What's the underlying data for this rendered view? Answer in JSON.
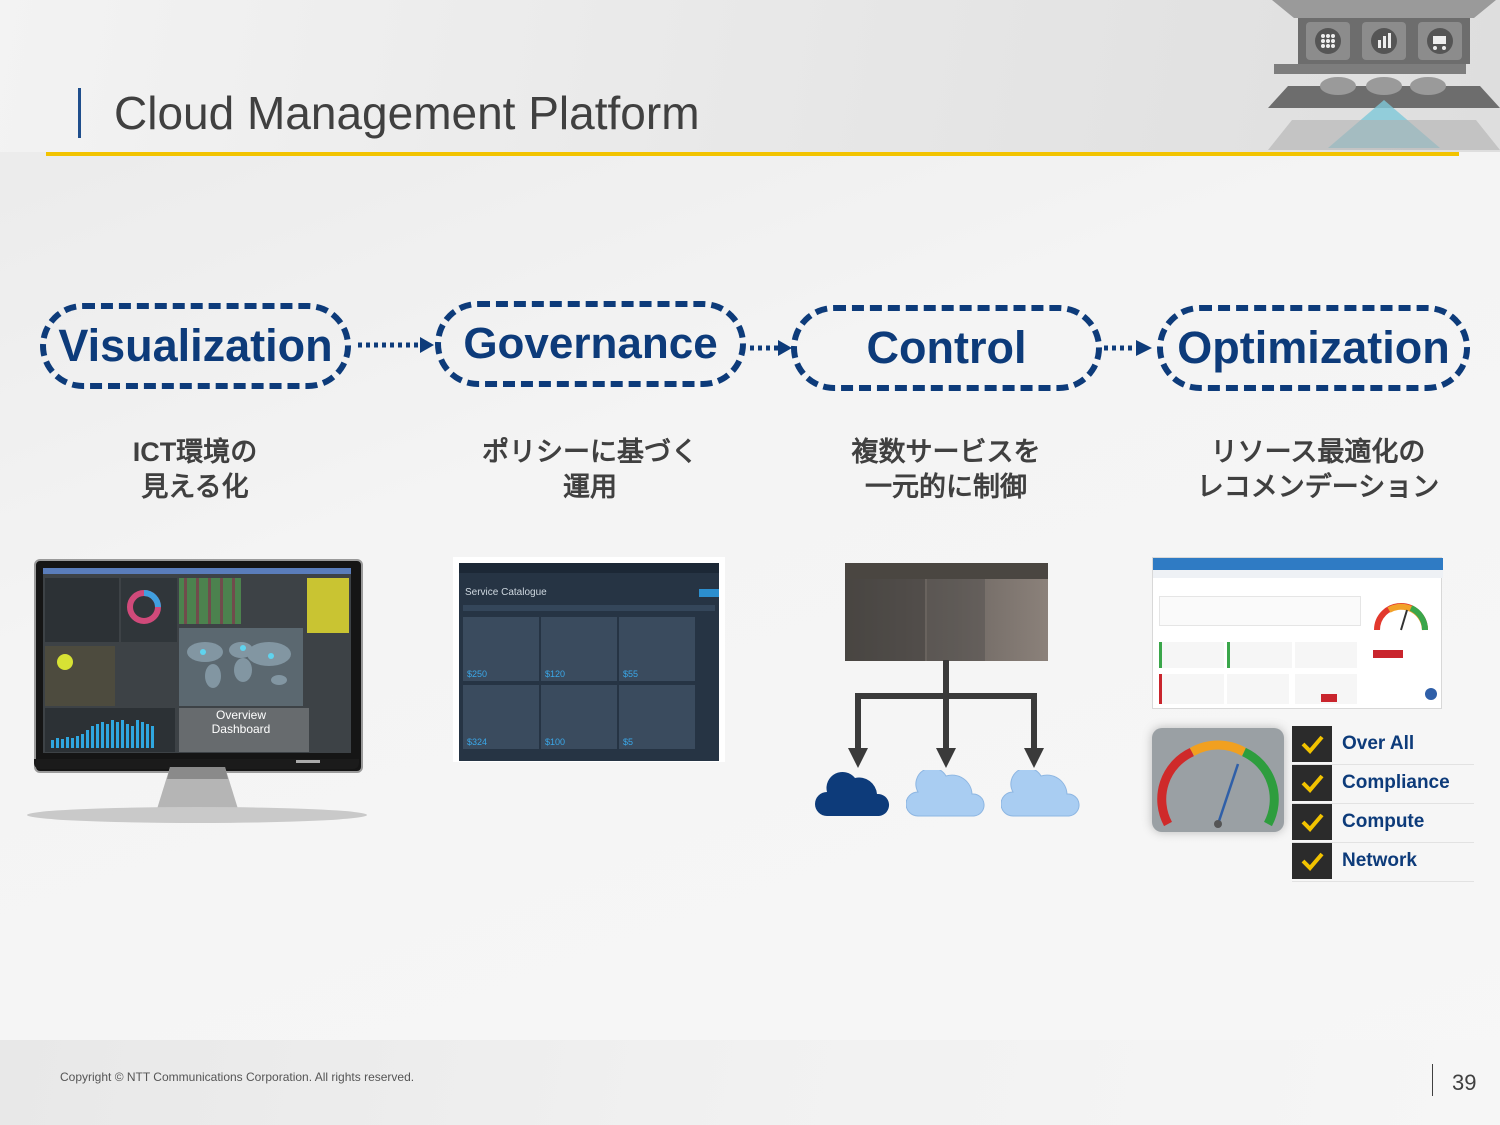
{
  "header": {
    "title": "Cloud Management Platform"
  },
  "stages": [
    {
      "label": "Visualization",
      "desc_line1": "ICT環境の",
      "desc_line2": "見える化"
    },
    {
      "label": "Governance",
      "desc_line1": "ポリシーに基づく",
      "desc_line2": "運用"
    },
    {
      "label": "Control",
      "desc_line1": "複数サービスを",
      "desc_line2": "一元的に制御"
    },
    {
      "label": "Optimization",
      "desc_line1": "リソース最適化の",
      "desc_line2": "レコメンデーション"
    }
  ],
  "visualization_screen": {
    "overlay_line1": "Overview",
    "overlay_line2": "Dashboard"
  },
  "governance_screen": {
    "heading": "Service Catalogue",
    "prices": [
      "$250",
      "$120",
      "$55",
      "$324",
      "$100",
      "$5"
    ]
  },
  "checklist": [
    {
      "label": "Over All"
    },
    {
      "label": "Compliance"
    },
    {
      "label": "Compute"
    },
    {
      "label": "Network"
    }
  ],
  "colors": {
    "accent_navy": "#0d3b7a",
    "gold": "#f2c300",
    "cloud_dark": "#0d3b7a",
    "cloud_light": "#a9cdf2"
  },
  "footer": {
    "copyright": "Copyright © NTT Communications Corporation. All rights reserved.",
    "page": "39"
  }
}
